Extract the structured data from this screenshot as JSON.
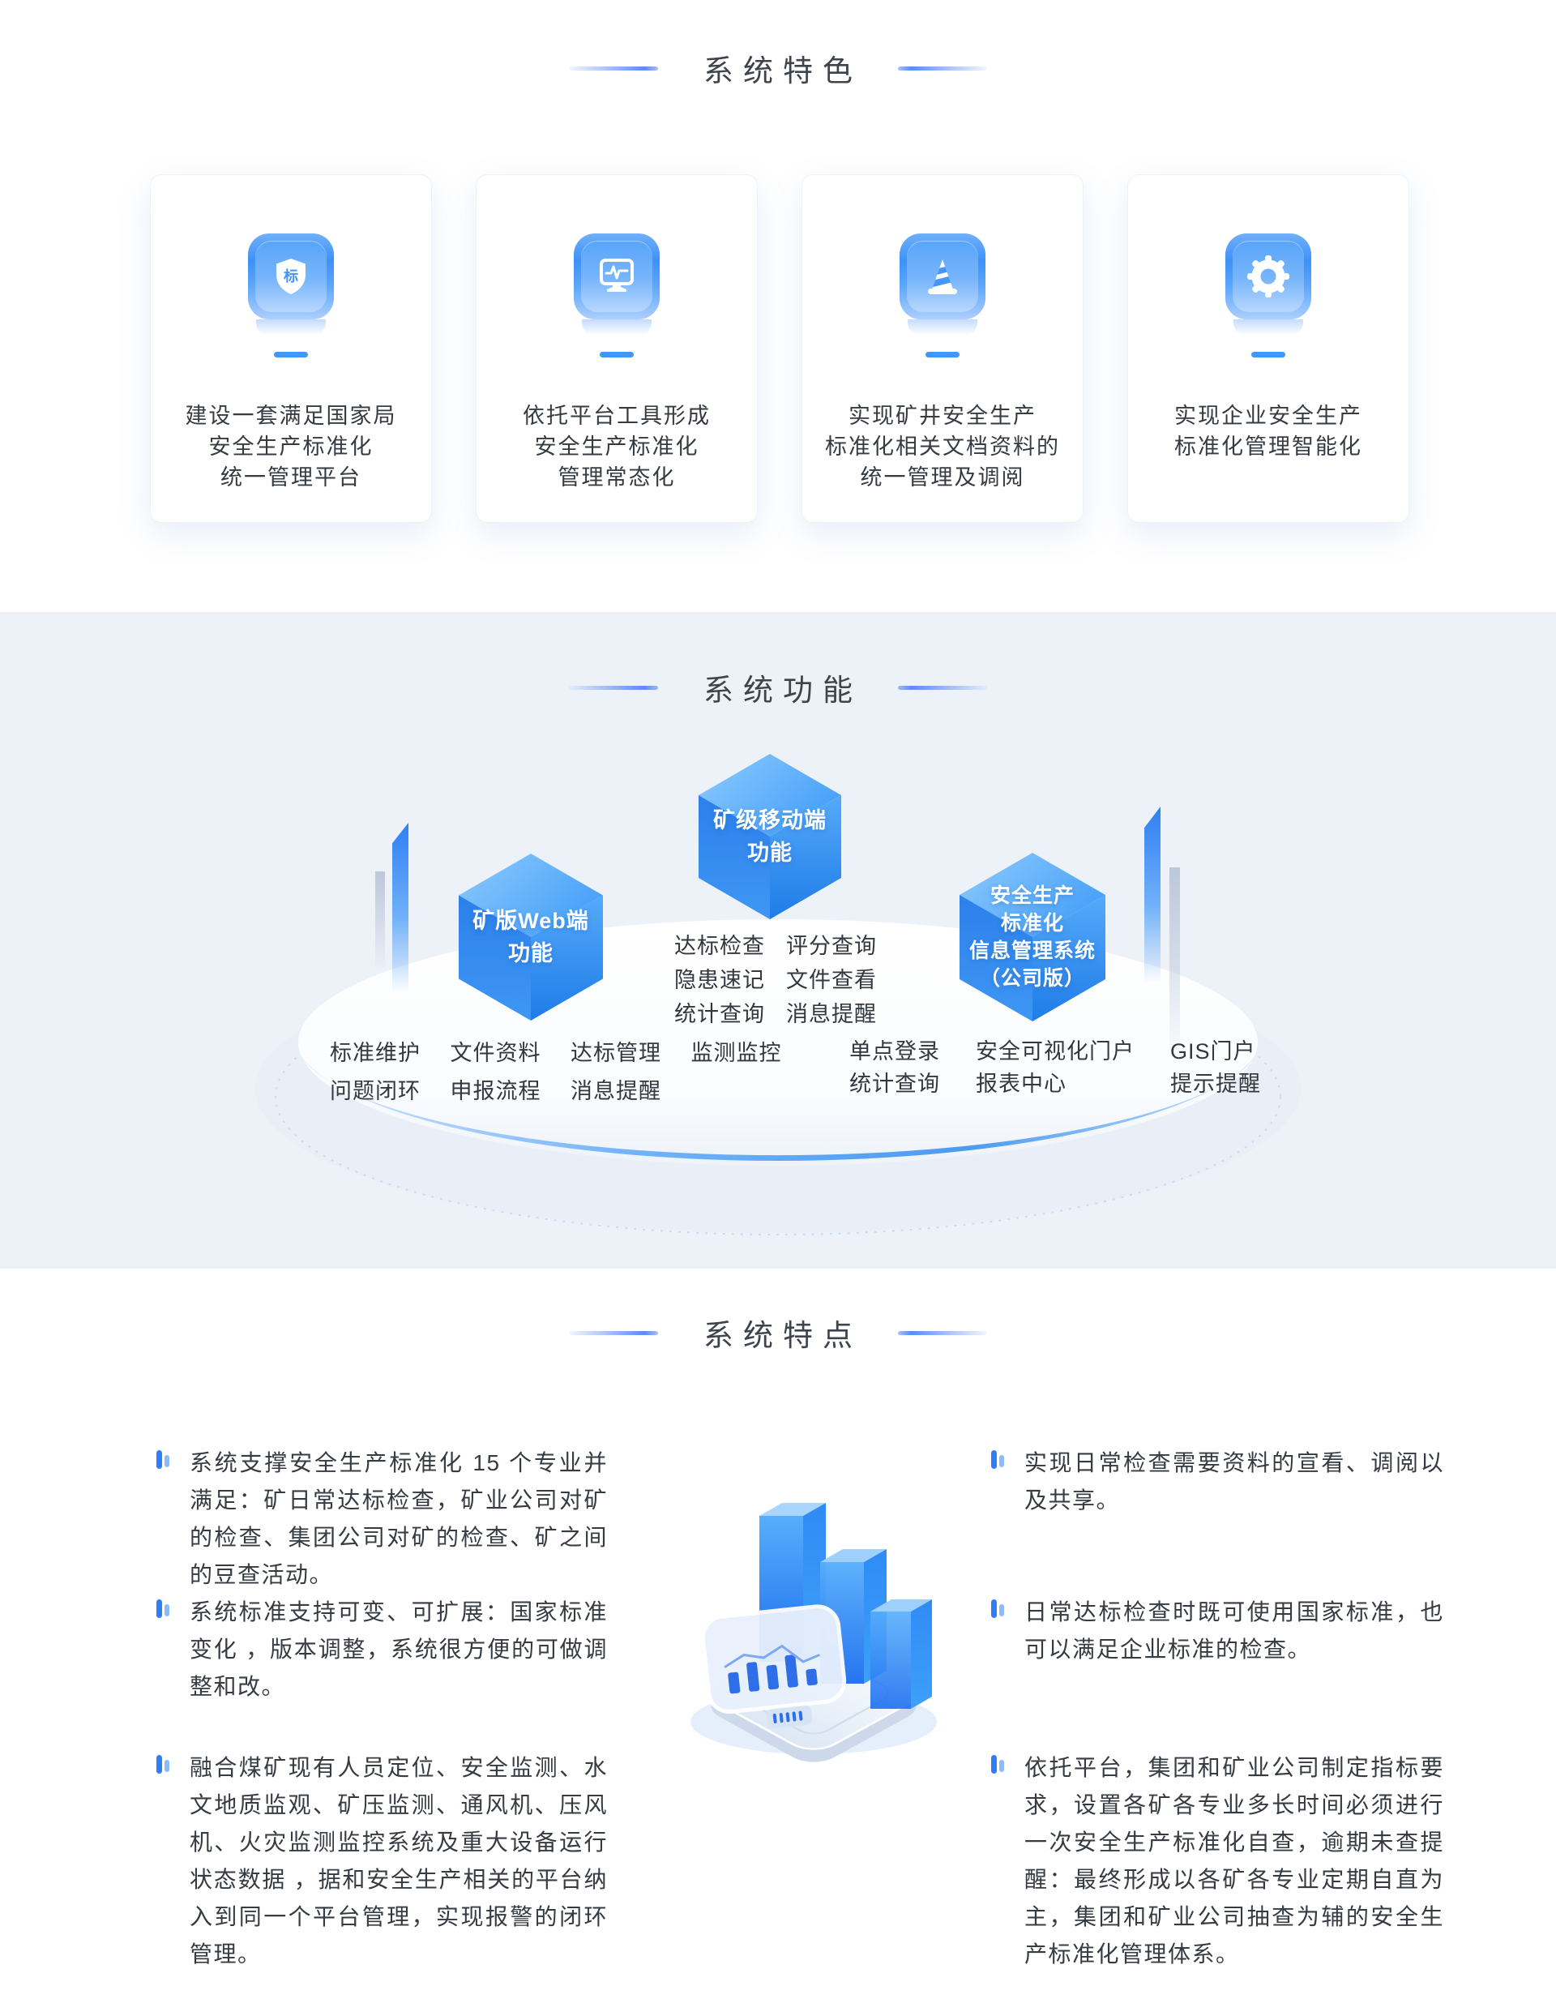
{
  "colors": {
    "accent": "#2e7ff7",
    "band_bg": "#edf1f8",
    "cube_blue": "#2f86ee",
    "title_text": "#3f434b"
  },
  "sections": {
    "features": {
      "title": "系统特色",
      "cards": [
        {
          "icon": "shield-badge-icon",
          "glyph_char": "标",
          "line1": "建设一套满足国家局",
          "line2": "安全生产标准化",
          "line3": "统一管理平台"
        },
        {
          "icon": "monitor-pulse-icon",
          "line1": "依托平台工具形成",
          "line2": "安全生产标准化",
          "line3": "管理常态化"
        },
        {
          "icon": "traffic-cone-icon",
          "line1": "实现矿井安全生产",
          "line2": "标准化相关文档资料的",
          "line3": "统一管理及调阅"
        },
        {
          "icon": "gear-icon",
          "line1": "实现企业安全生产",
          "line2": "标准化管理智能化"
        }
      ]
    },
    "functions": {
      "title": "系统功能",
      "cube_web": {
        "line1": "矿版Web端",
        "line2": "功能"
      },
      "cube_mobile": {
        "line1": "矿级移动端",
        "line2": "功能"
      },
      "cube_company": {
        "line1": "安全生产",
        "line2": "标准化",
        "line3": "信息管理系统",
        "line4": "（公司版）"
      },
      "mobile_features": {
        "col1": [
          "达标检查",
          "隐患速记",
          "统计查询"
        ],
        "col2": [
          "评分查询",
          "文件查看",
          "消息提醒"
        ]
      },
      "web_features": {
        "row1": [
          "标准维护",
          "文件资料",
          "达标管理",
          "监测监控"
        ],
        "row2": [
          "问题闭环",
          "申报流程",
          "消息提醒"
        ]
      },
      "company_features": [
        {
          "top": "单点登录",
          "bottom": "统计查询"
        },
        {
          "top": "安全可视化门户",
          "bottom": "报表中心"
        },
        {
          "top": "GIS门户",
          "bottom": "提示提醒"
        }
      ]
    },
    "points": {
      "title": "系统特点",
      "left": [
        "系统支撑安全生产标准化 15 个专业并满足：矿日常达标检查，矿业公司对矿的检查、集团公司对矿的检查、矿之间的豆查活动。",
        "系统标准支持可变、可扩展：国家标准变化 ，版本调整，系统很方便的可做调整和改。",
        "融合煤矿现有人员定位、安全监测、水文地质监观、矿压监测、通风机、压风机、火灾监测监控系统及重大设备运行状态数据 ，据和安全生产相关的平台纳入到同一个平台管理，实现报警的闭环管理。"
      ],
      "right": [
        "实现日常检查需要资料的宣看、调阅以及共享。",
        "日常达标检查时既可使用国家标准，也可以满足企业标准的检查。",
        "依托平台，集团和矿业公司制定指标要求，设置各矿各专业多长时间必须进行一次安全生产标准化自查，逾期未查提醒：最终形成以各矿各专业定期自直为主，集团和矿业公司抽查为辅的安全生产标准化管理体系。"
      ]
    }
  }
}
